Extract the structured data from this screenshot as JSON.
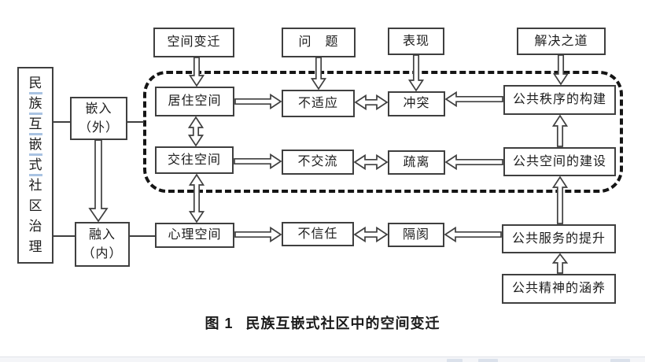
{
  "figure": {
    "caption_label": "图 1",
    "caption_title": "民族互嵌式社区中的空间变迁"
  },
  "left_column": {
    "governance_chars": [
      "民",
      "族",
      "互",
      "嵌",
      "式",
      "社",
      "区",
      "治",
      "理"
    ],
    "embed_outer_line1": "嵌入",
    "embed_outer_line2": "（外）",
    "merge_inner_line1": "融入",
    "merge_inner_line2": "（内）"
  },
  "column_headers": {
    "space_change": "空间变迁",
    "problem": "问　题",
    "manifestation": "表现",
    "solution": "解决之道"
  },
  "matrix_rows": [
    {
      "space": "居住空间",
      "problem": "不适应",
      "manifestation": "冲突",
      "solution": "公共秩序的构建"
    },
    {
      "space": "交往空间",
      "problem": "不交流",
      "manifestation": "疏离",
      "solution": "公共空间的建设"
    },
    {
      "space": "心理空间",
      "problem": "不信任",
      "manifestation": "隔阂",
      "solution": "公共服务的提升"
    }
  ],
  "extra_nodes": {
    "public_spirit": "公共精神的涵养"
  },
  "colors": {
    "diagram_line": "#3f3f3f",
    "dashed_border": "#151515",
    "underline_blue": "#a9c3e2",
    "taskbar_bg": "#f4f5f8",
    "taskbar_chip": "#dbe1eb"
  }
}
